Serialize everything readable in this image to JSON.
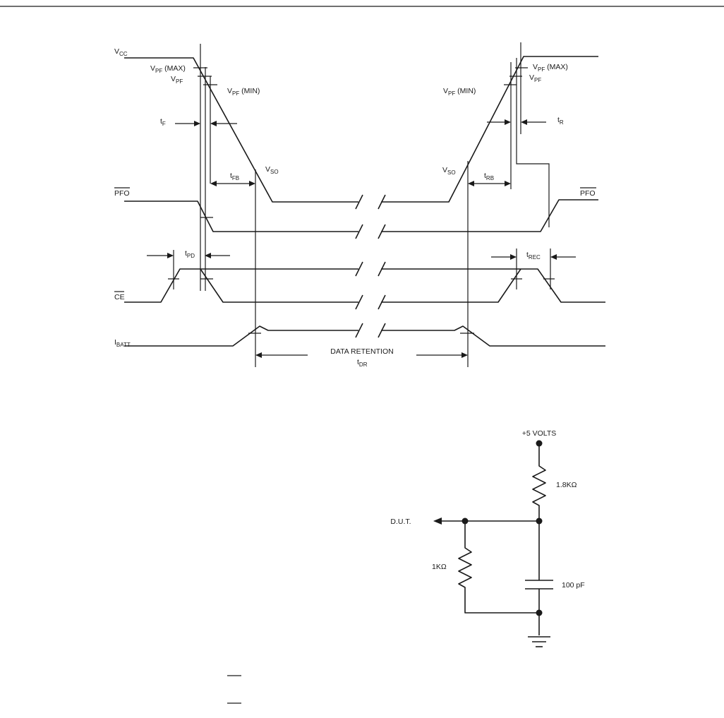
{
  "timing": {
    "signals": {
      "vcc": {
        "main": "V",
        "sub": "CC"
      },
      "pfo": "PFO",
      "ce": "CE",
      "ibatt": {
        "main": "I",
        "sub": "BATT"
      }
    },
    "thresholds": {
      "vpf_max": {
        "main": "V",
        "sub": "PF",
        "suffix": " (MAX)"
      },
      "vpf": {
        "main": "V",
        "sub": "PF"
      },
      "vpf_min": {
        "main": "V",
        "sub": "PF",
        "suffix": " (MIN)"
      },
      "vso": {
        "main": "V",
        "sub": "SO"
      }
    },
    "params": {
      "tf": {
        "main": "t",
        "sub": "F"
      },
      "tfb": {
        "main": "t",
        "sub": "FB"
      },
      "tpd": {
        "main": "t",
        "sub": "PD"
      },
      "tr": {
        "main": "t",
        "sub": "R"
      },
      "trb": {
        "main": "t",
        "sub": "RB"
      },
      "trec": {
        "main": "t",
        "sub": "REC"
      }
    },
    "data_retention": {
      "label": "DATA RETENTION",
      "main": "t",
      "sub": "DR"
    }
  },
  "circuit": {
    "supply": "+5 VOLTS",
    "r_top": "1.8KΩ",
    "r_left": "1KΩ",
    "cap": "100 pF",
    "dut": "D.U.T."
  }
}
